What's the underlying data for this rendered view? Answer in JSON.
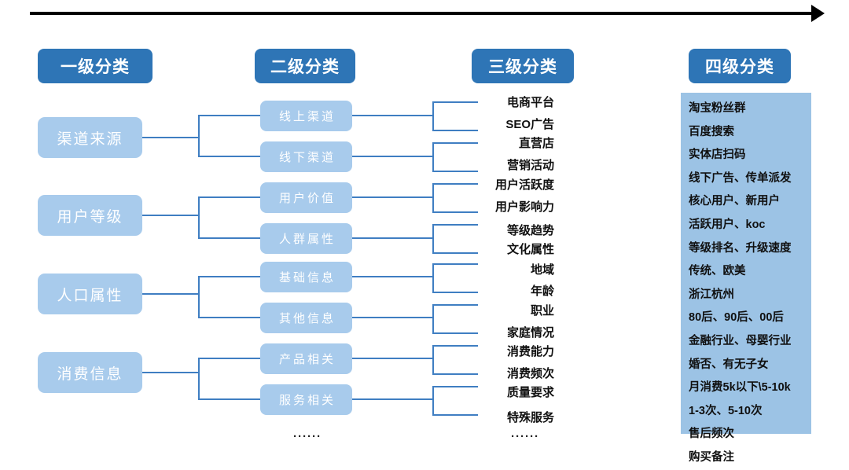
{
  "headers": [
    {
      "label": "一级分类"
    },
    {
      "label": "二级分类"
    },
    {
      "label": "三级分类"
    },
    {
      "label": "四级分类"
    }
  ],
  "level1": [
    {
      "label": "渠道来源"
    },
    {
      "label": "用户等级"
    },
    {
      "label": "人口属性"
    },
    {
      "label": "消费信息"
    }
  ],
  "level2": [
    {
      "label": "线上渠道"
    },
    {
      "label": "线下渠道"
    },
    {
      "label": "用户价值"
    },
    {
      "label": "人群属性"
    },
    {
      "label": "基础信息"
    },
    {
      "label": "其他信息"
    },
    {
      "label": "产品相关"
    },
    {
      "label": "服务相关"
    }
  ],
  "level3": [
    {
      "label": "电商平台"
    },
    {
      "label": "SEO广告"
    },
    {
      "label": "直营店"
    },
    {
      "label": "营销活动"
    },
    {
      "label": "用户活跃度"
    },
    {
      "label": "用户影响力"
    },
    {
      "label": "等级趋势"
    },
    {
      "label": "文化属性"
    },
    {
      "label": "地域"
    },
    {
      "label": "年龄"
    },
    {
      "label": "职业"
    },
    {
      "label": "家庭情况"
    },
    {
      "label": "消费能力"
    },
    {
      "label": "消费频次"
    },
    {
      "label": "质量要求"
    },
    {
      "label": "特殊服务"
    }
  ],
  "level4": [
    {
      "label": "淘宝粉丝群"
    },
    {
      "label": "百度搜索"
    },
    {
      "label": "实体店扫码"
    },
    {
      "label": "线下广告、传单派发"
    },
    {
      "label": "核心用户、新用户"
    },
    {
      "label": "活跃用户、koc"
    },
    {
      "label": "等级排名、升级速度"
    },
    {
      "label": "传统、欧美"
    },
    {
      "label": "浙江杭州"
    },
    {
      "label": "80后、90后、00后"
    },
    {
      "label": "金融行业、母婴行业"
    },
    {
      "label": "婚否、有无子女"
    },
    {
      "label": "月消费5k以下\\5-10k"
    },
    {
      "label": "1-3次、5-10次"
    },
    {
      "label": "售后频次"
    },
    {
      "label": "购买备注"
    }
  ],
  "ellipsis": [
    {
      "label": "······"
    },
    {
      "label": "······"
    }
  ],
  "colors": {
    "header_blue": "#2e75b6",
    "box_blue": "#a8cbec",
    "panel_blue": "#9cc3e5",
    "line_blue": "#3f7ec2",
    "arrow_black": "#000000",
    "text_white": "#ffffff",
    "text_black": "#111111"
  }
}
